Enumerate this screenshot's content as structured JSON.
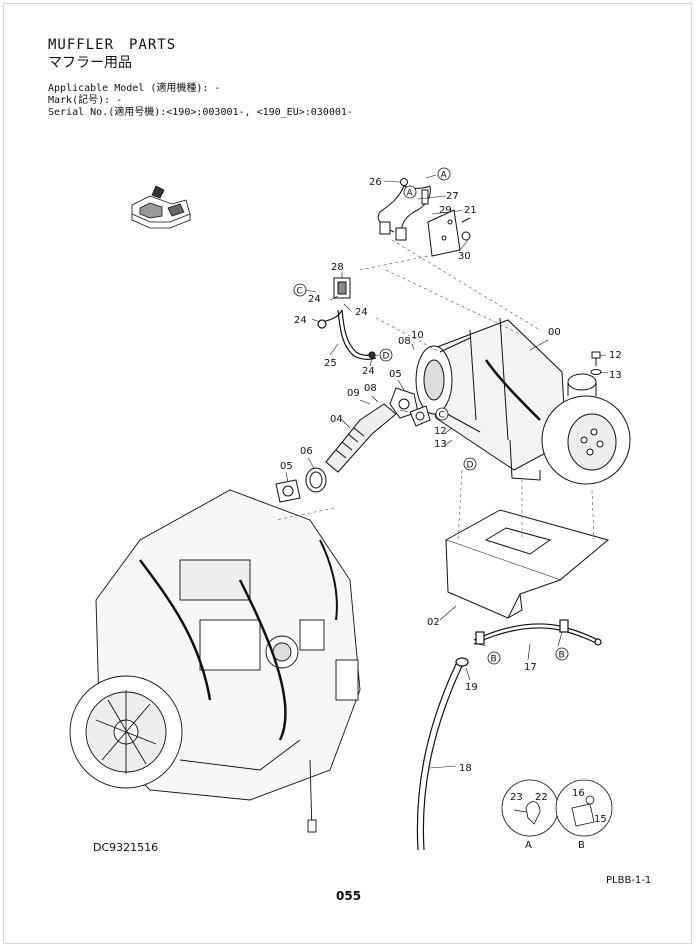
{
  "header": {
    "title_en": "MUFFLER　PARTS",
    "title_jp": "マフラー用品",
    "applicable_model": "Applicable Model (適用機種): -",
    "mark": "Mark(記号): -",
    "serial_no": "Serial No.(適用号機):<190>:003001-, <190_EU>:030001-"
  },
  "callouts": [
    {
      "id": "c26",
      "text": "26"
    },
    {
      "id": "c27",
      "text": "27"
    },
    {
      "id": "c29",
      "text": "29"
    },
    {
      "id": "c21",
      "text": "21"
    },
    {
      "id": "c30",
      "text": "30"
    },
    {
      "id": "c28",
      "text": "28"
    },
    {
      "id": "c24a",
      "text": "24"
    },
    {
      "id": "c24b",
      "text": "24"
    },
    {
      "id": "c24c",
      "text": "24"
    },
    {
      "id": "c25",
      "text": "25"
    },
    {
      "id": "c24d",
      "text": "24"
    },
    {
      "id": "c08a",
      "text": "08"
    },
    {
      "id": "c10",
      "text": "10"
    },
    {
      "id": "c00",
      "text": "00"
    },
    {
      "id": "c12a",
      "text": "12"
    },
    {
      "id": "c13a",
      "text": "13"
    },
    {
      "id": "c09",
      "text": "09"
    },
    {
      "id": "c08b",
      "text": "08"
    },
    {
      "id": "c05a",
      "text": "05"
    },
    {
      "id": "c04",
      "text": "04"
    },
    {
      "id": "c12b",
      "text": "12"
    },
    {
      "id": "c13b",
      "text": "13"
    },
    {
      "id": "c06",
      "text": "06"
    },
    {
      "id": "c05b",
      "text": "05"
    },
    {
      "id": "c02",
      "text": "02"
    },
    {
      "id": "c17",
      "text": "17"
    },
    {
      "id": "c19",
      "text": "19"
    },
    {
      "id": "c18",
      "text": "18"
    },
    {
      "id": "c23",
      "text": "23"
    },
    {
      "id": "c22",
      "text": "22"
    },
    {
      "id": "c16",
      "text": "16"
    },
    {
      "id": "c15",
      "text": "15"
    }
  ],
  "markers": {
    "a1": "A",
    "a2": "A",
    "c1": "C",
    "c2": "C",
    "d1": "D",
    "d2": "D",
    "b1": "B",
    "b2": "B",
    "detail_a": "A",
    "detail_b": "B"
  },
  "footer": {
    "drawing_ref": "DC9321516",
    "page": "055",
    "sheet": "PLBB-1-1"
  }
}
